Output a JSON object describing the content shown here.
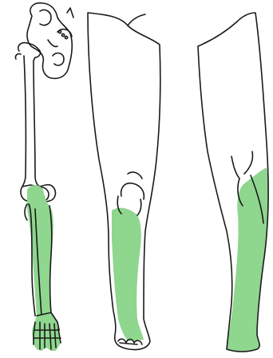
{
  "colors": {
    "highlight": "#8fd68f",
    "outline": "#1a1a1a",
    "background": "#ffffff"
  },
  "diagram": {
    "panels": [
      {
        "name": "skeleton-view",
        "highlighted_regions": [
          "tibia-lower",
          "fibula",
          "foot-bones"
        ]
      },
      {
        "name": "leg-front-view",
        "highlighted_regions": [
          "lower-leg-front",
          "ankle-front"
        ]
      },
      {
        "name": "leg-back-view",
        "highlighted_regions": [
          "calf-back",
          "heel-back"
        ]
      }
    ]
  }
}
